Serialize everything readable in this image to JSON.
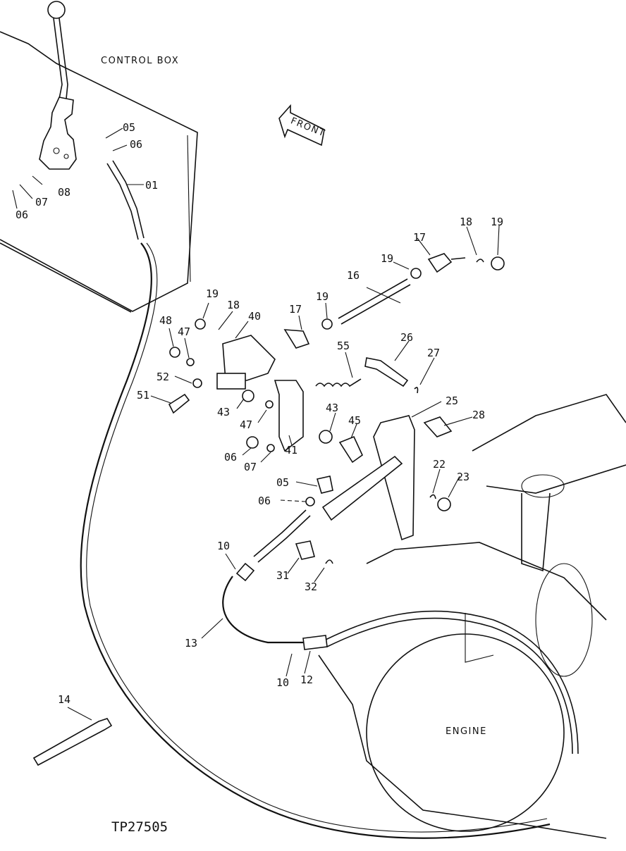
{
  "diagram": {
    "figure_id": "TP27505",
    "captions": {
      "control_box": "CONTROL BOX",
      "engine": "ENGINE",
      "front": "FRONT"
    },
    "callouts": {
      "c01": "01",
      "c05a": "05",
      "c06a": "06",
      "c06b": "06",
      "c07a": "07",
      "c08": "08",
      "c10a": "10",
      "c10b": "10",
      "c12": "12",
      "c13": "13",
      "c14": "14",
      "c16": "16",
      "c17a": "17",
      "c17b": "17",
      "c18a": "18",
      "c18b": "18",
      "c19a": "19",
      "c19b": "19",
      "c19c": "19",
      "c19d": "19",
      "c22": "22",
      "c23": "23",
      "c25": "25",
      "c26": "26",
      "c27": "27",
      "c28": "28",
      "c31": "31",
      "c32": "32",
      "c40": "40",
      "c41": "41",
      "c43a": "43",
      "c43b": "43",
      "c45": "45",
      "c47a": "47",
      "c47b": "47",
      "c48": "48",
      "c51": "51",
      "c52": "52",
      "c55": "55",
      "c05b": "05",
      "c06c": "06",
      "c06d": "06",
      "c07b": "07"
    }
  }
}
